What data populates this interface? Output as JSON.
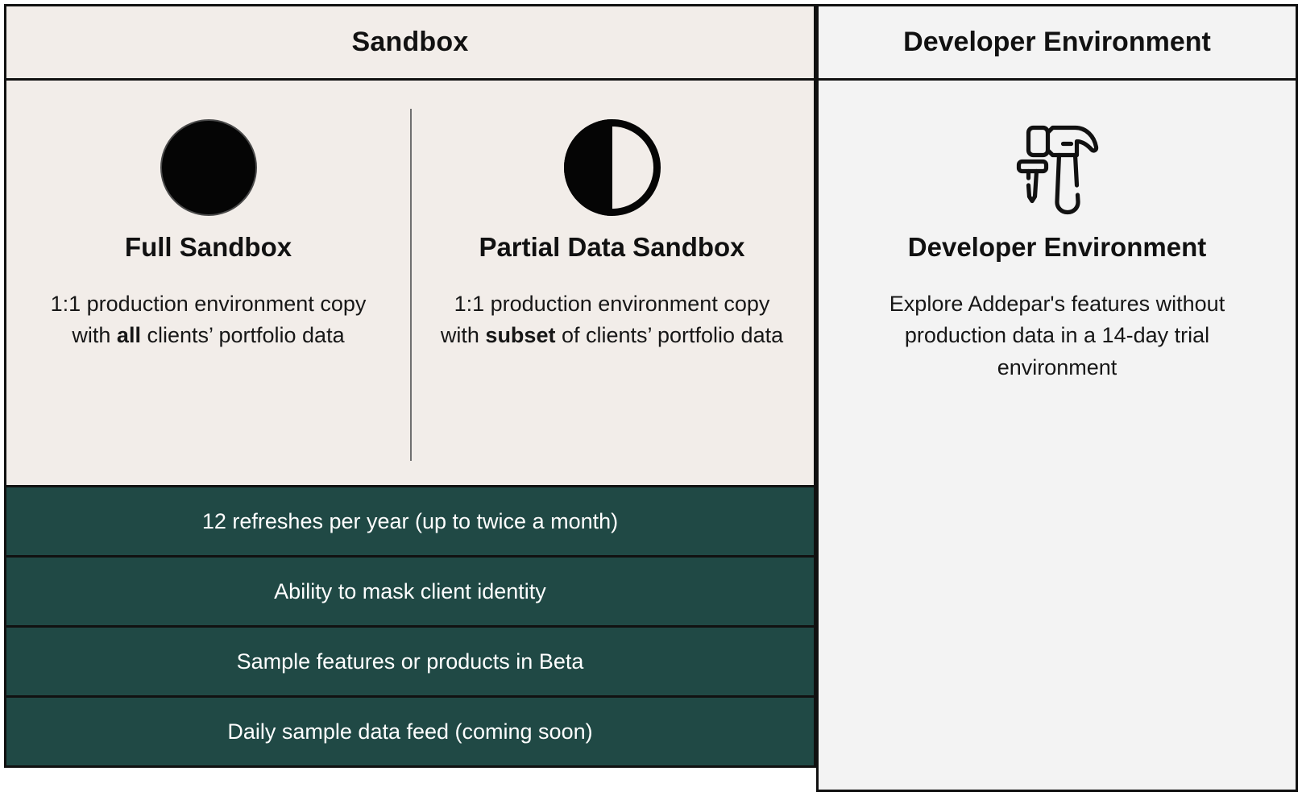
{
  "columns": {
    "sandbox": {
      "header": "Sandbox",
      "cards": [
        {
          "icon": "full-circle-icon",
          "title": "Full Sandbox",
          "desc_part1": "1:1 production environment copy with ",
          "desc_emphasis": "all",
          "desc_part2": " clients’ portfolio data"
        },
        {
          "icon": "half-circle-icon",
          "title": "Partial Data Sandbox",
          "desc_part1": "1:1 production environment copy with ",
          "desc_emphasis": "subset",
          "desc_part2": " of clients’ portfolio data"
        }
      ],
      "features": [
        "12 refreshes per year (up to twice a month)",
        "Ability to mask client identity",
        "Sample features or products in Beta",
        "Daily sample data feed (coming soon)"
      ]
    },
    "developer": {
      "header": "Developer Environment",
      "icon": "hammer-and-nail-icon",
      "title": "Developer Environment",
      "desc": "Explore Addepar's features without production data in a 14-day trial environment"
    }
  },
  "colors": {
    "sandbox_bg": "#F2EDE9",
    "developer_bg": "#F3F3F3",
    "feature_row_bg": "#204945",
    "border": "#111111",
    "feature_text": "#FFFFFF",
    "icon_black": "#050505",
    "divider": "#6F6F6F"
  }
}
